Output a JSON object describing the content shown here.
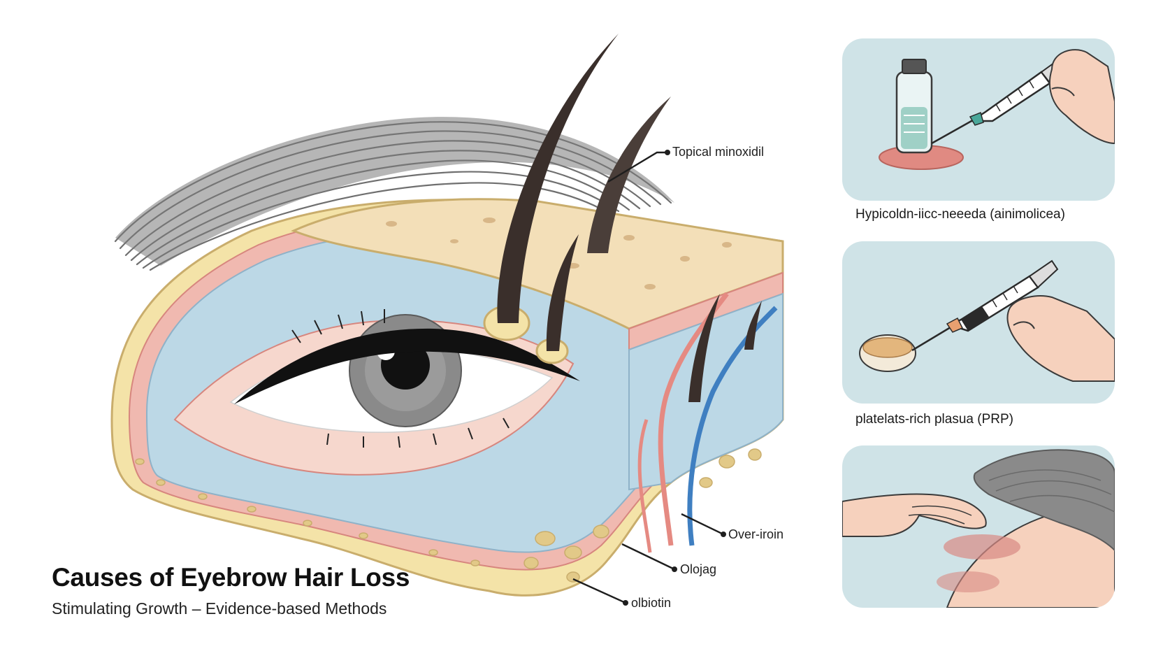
{
  "title": "Causes of Eyebrow Hair Loss",
  "subtitle": "Stimulating Growth – Evidence-based Methods",
  "callouts": {
    "topical": "Topical minoxidil",
    "over_iron": "Over-iroin",
    "olojag": "Olojag",
    "biotin": "olbiotin"
  },
  "panels": [
    {
      "caption": "Hypicoldn-iicc-neeeda (ainimolicea)",
      "illustration": "vial-and-microneedle-syringe"
    },
    {
      "caption": "platelats-rich plasua (PRP)",
      "illustration": "prp-syringe-and-dish"
    },
    {
      "caption": "",
      "illustration": "scalp-massage-hand"
    }
  ],
  "colors": {
    "skin": "#f3dfb8",
    "dermis": "#bcd8e6",
    "membrane": "#f0b9b0",
    "fat": "#f4e3a8",
    "hair": "#3a2f2b",
    "brow": "#6f6f6f",
    "vein": "#3f7fc1",
    "artery": "#e58a82",
    "panel_bg": "#cfe3e7"
  }
}
